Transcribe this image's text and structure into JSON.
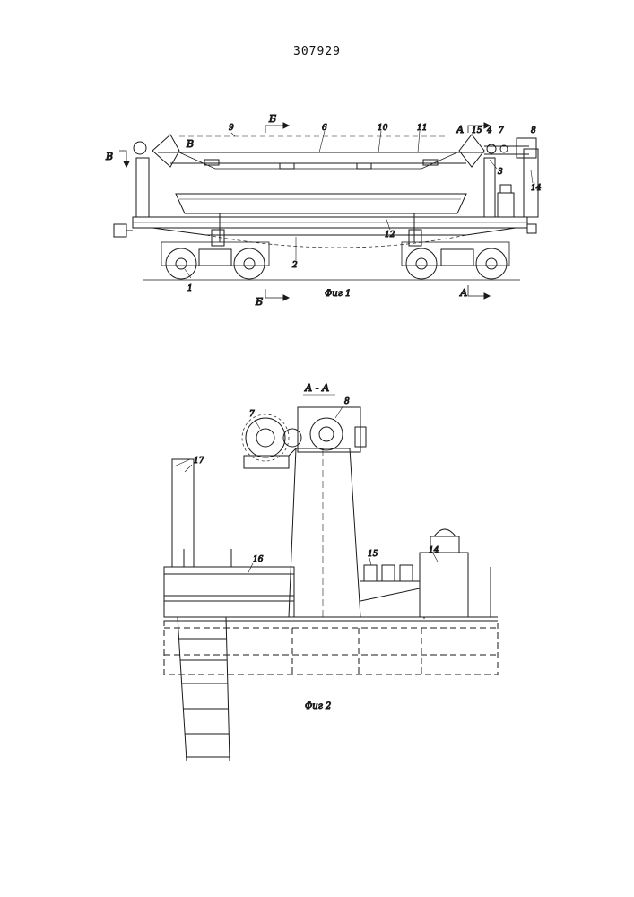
{
  "patent_number": "307929",
  "figure1": {
    "caption": "Фиг 1",
    "section_marks": [
      "Б",
      "А",
      "В",
      "В",
      "Б",
      "А"
    ],
    "callouts": [
      "1",
      "2",
      "3",
      "4",
      "6",
      "7",
      "8",
      "9",
      "10",
      "11",
      "12",
      "14",
      "15"
    ]
  },
  "figure2": {
    "caption": "Фиг 2",
    "section_title": "А - А",
    "callouts": [
      "7",
      "8",
      "14",
      "15",
      "16",
      "17"
    ]
  }
}
